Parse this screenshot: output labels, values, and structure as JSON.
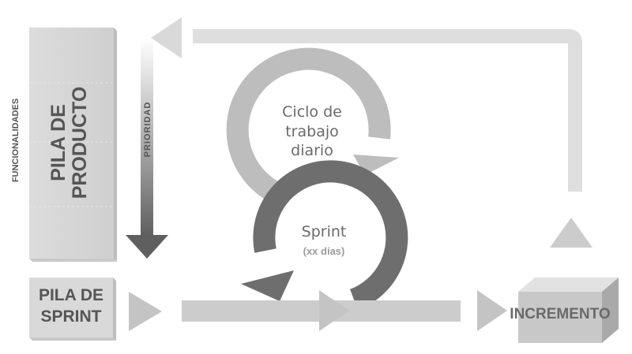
{
  "labels": {
    "funcionalidades": "FUNCIONALIDADES",
    "pila_producto_line1": "PILA DE",
    "pila_producto_line2": "PRODUCTO",
    "prioridad": "PRIORIDAD",
    "ciclo_line1": "Ciclo de",
    "ciclo_line2": "trabajo",
    "ciclo_line3": "diario",
    "sprint": "Sprint",
    "sprint_duration": "(xx días)",
    "pila_sprint_line1": "PILA DE",
    "pila_sprint_line2": "SPRINT",
    "incremento": "INCREMENTO"
  },
  "colors": {
    "background": "#ffffff",
    "light_grey": "#d9d9d9",
    "mid_grey": "#c4c4c4",
    "ring_light": "#bdbdbd",
    "ring_dark": "#6e6e6e",
    "priority_arrow": "#5f5f5f",
    "text_dark": "#555555",
    "text_mid": "#6a6a6a",
    "text_light": "#8c8c8c"
  }
}
